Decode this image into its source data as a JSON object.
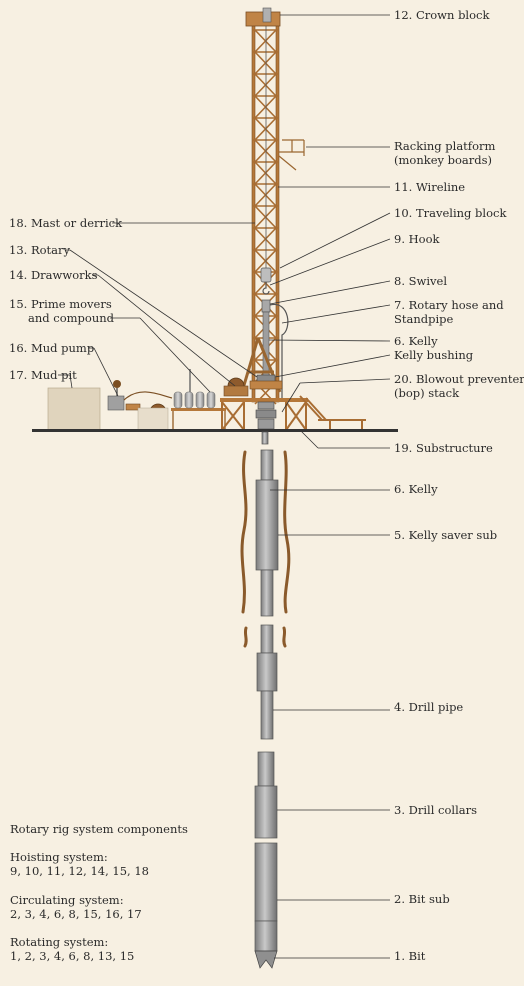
{
  "labels_right": {
    "crown_block": "12. Crown block",
    "racking_platform_1": "Racking platform",
    "racking_platform_2": "(monkey boards)",
    "wireline": "11. Wireline",
    "traveling_block": "10. Traveling block",
    "hook": "9. Hook",
    "swivel": "8. Swivel",
    "rotary_hose_1": "7. Rotary hose and",
    "rotary_hose_2": "Standpipe",
    "kelly": "6. Kelly",
    "kelly_bushing": "Kelly bushing",
    "bop_1": "20. Blowout preventer",
    "bop_2": "(bop) stack",
    "substructure": "19. Substructure",
    "kelly_lower": "6. Kelly",
    "kelly_saver_sub": "5. Kelly saver sub",
    "drill_pipe": "4. Drill pipe",
    "drill_collars": "3. Drill collars",
    "bit_sub": "2. Bit sub",
    "bit": "1. Bit"
  },
  "labels_left": {
    "mast": "18. Mast or derrick",
    "rotary": "13. Rotary",
    "drawworks": "14. Drawworks",
    "prime_movers_1": "15. Prime movers",
    "prime_movers_2": "and compound",
    "mud_pump": "16. Mud pump",
    "mud_pit": "17. Mud pit"
  },
  "legend": {
    "title": "Rotary rig system components",
    "hoisting_title": "Hoisting system:",
    "hoisting_items": "9, 10, 11, 12, 14, 15, 18",
    "circulating_title": "Circulating system:",
    "circulating_items": "2, 3, 4, 6, 8, 15, 16, 17",
    "rotating_title": "Rotating system:",
    "rotating_items": "1, 2, 3, 4, 6, 8, 13, 15"
  },
  "colors": {
    "background": "#f7f0e2",
    "derrick": "#b5783a",
    "derrick_dark": "#7a4e22",
    "pipe": "#a9a9a9",
    "pipe_dark": "#6e6e6e",
    "wellbore": "#8a5a2b",
    "ground": "#333333",
    "leader": "#333333"
  }
}
